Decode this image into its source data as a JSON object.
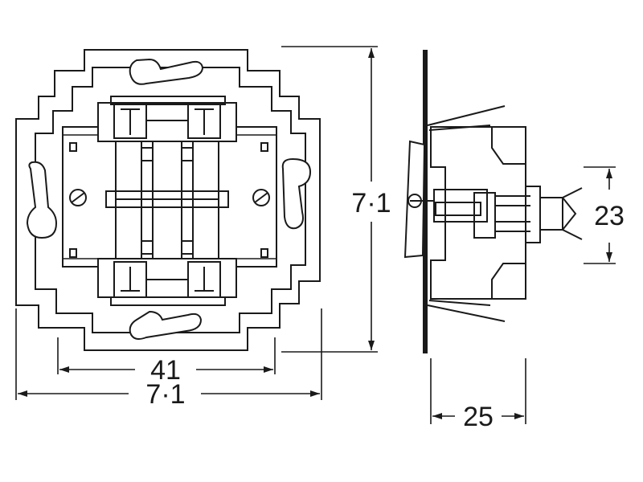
{
  "dimensions": {
    "front_width_outer": "7·1",
    "front_width_inner": "41",
    "front_height": "7·1",
    "side_depth": "25",
    "side_connector": "23"
  }
}
